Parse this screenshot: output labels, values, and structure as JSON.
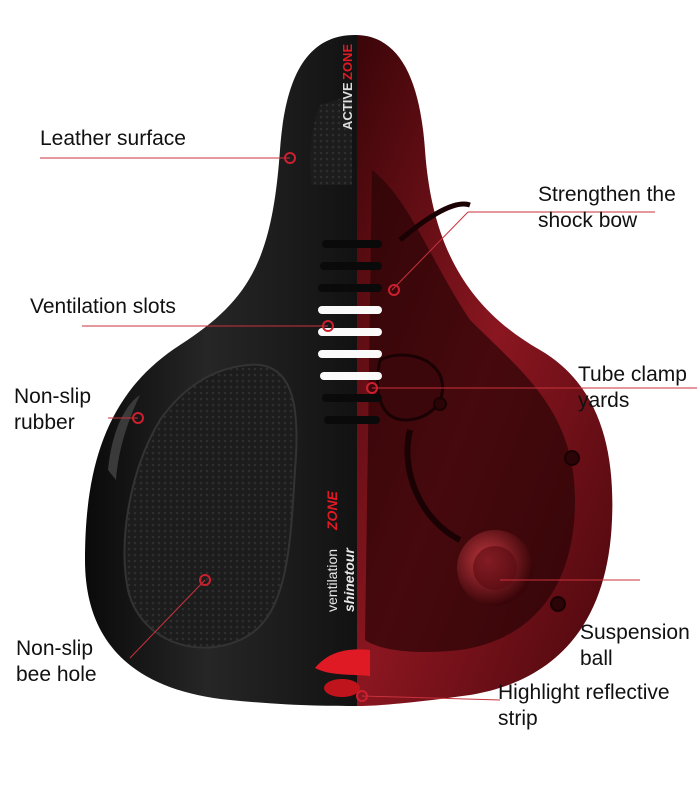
{
  "labels": {
    "leather_surface": "Leather surface",
    "strengthen_shock_bow": "Strengthen the\nshock bow",
    "ventilation_slots": "Ventilation slots",
    "tube_clamp_yards": "Tube clamp\nyards",
    "non_slip_rubber": "Non-slip\nrubber",
    "non_slip_bee_hole": "Non-slip\nbee hole",
    "suspension_ball": "Suspension\nball",
    "highlight_reflective_strip": "Highlight reflective\nstrip"
  },
  "product_text": {
    "brand_top": "ACTIVE",
    "brand_top_suffix": "ZONE",
    "side_line_1": "ventilation",
    "side_line_1_suffix": "ZONE",
    "side_line_2": "shinetour"
  },
  "colors": {
    "leader_line": "#c8323c",
    "marker": "#cc2030",
    "saddle_black": "#141414",
    "shell_red": "#7a1018",
    "accent_red": "#e01a24"
  }
}
